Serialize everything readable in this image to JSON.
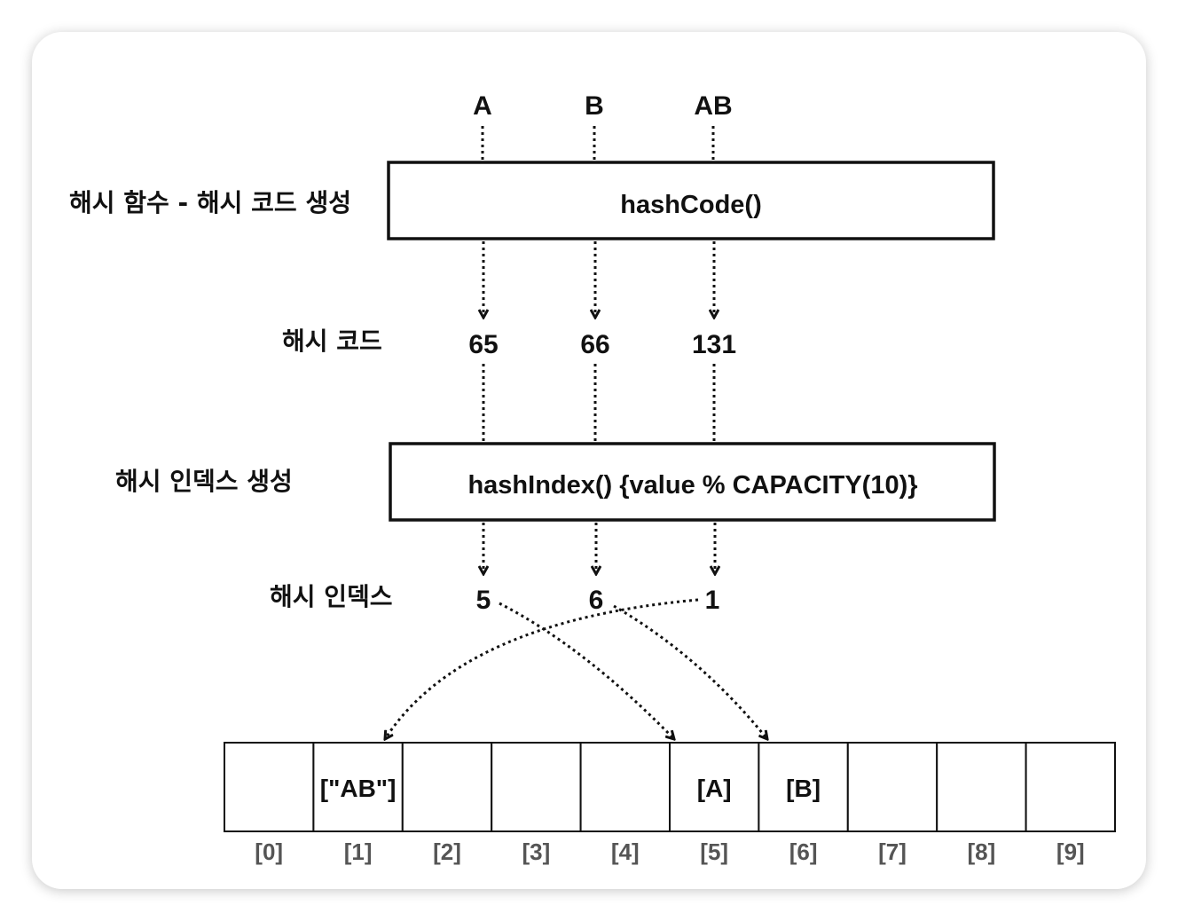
{
  "inputs": [
    "A",
    "B",
    "AB"
  ],
  "stages": {
    "hash_function_label": "해시 함수 - 해시 코드 생성",
    "hash_function_box": "hashCode()",
    "hash_code_label": "해시 코드",
    "hash_codes": [
      "65",
      "66",
      "131"
    ],
    "hash_index_gen_label": "해시 인덱스 생성",
    "hash_index_box": "hashIndex() {value % CAPACITY(10)}",
    "hash_index_label": "해시 인덱스",
    "hash_indexes": [
      "5",
      "6",
      "1"
    ]
  },
  "array": {
    "values": [
      "",
      "[\"AB\"]",
      "",
      "",
      "",
      "[A]",
      "[B]",
      "",
      "",
      ""
    ],
    "indexes": [
      "[0]",
      "[1]",
      "[2]",
      "[3]",
      "[4]",
      "[5]",
      "[6]",
      "[7]",
      "[8]",
      "[9]"
    ]
  },
  "colors": {
    "ink": "#111111",
    "index_label": "#555555"
  }
}
